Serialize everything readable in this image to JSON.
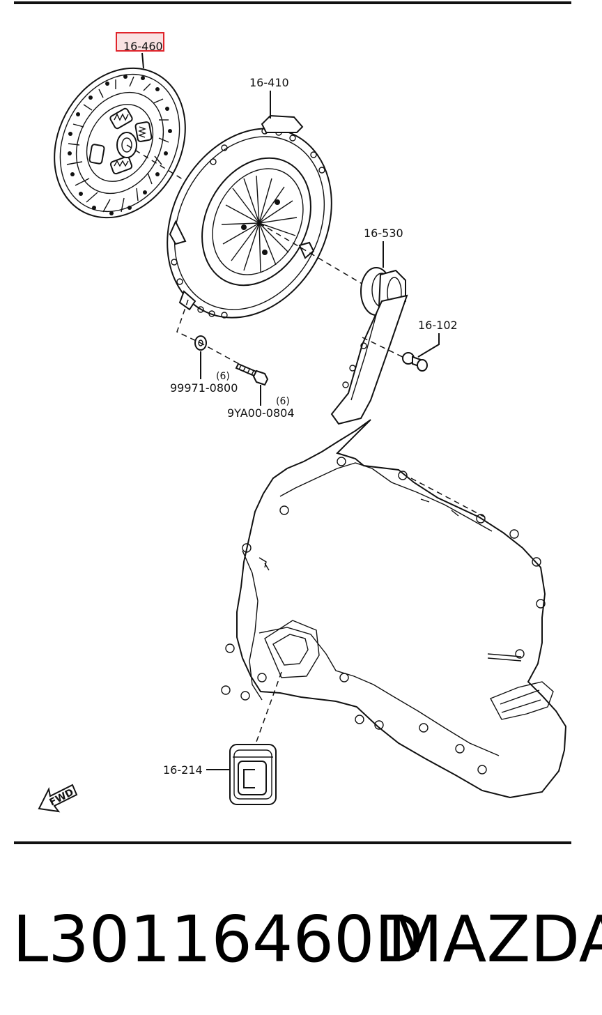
{
  "callouts": {
    "clutch_disc": "16-460",
    "clutch_cover": "16-410",
    "release_bearing": "16-530",
    "release_fork_pivot": "16-102",
    "washer": "99971-0800",
    "washer_qty": "(6)",
    "bolt": "9YA00-0804",
    "bolt_qty": "(6)",
    "dust_boot": "16-214"
  },
  "direction_label": "FWD",
  "highlight": {
    "target": "clutch_disc",
    "color": "#e0242b"
  },
  "footer": {
    "part_number": "L30116460D",
    "brand": "MAZDA"
  }
}
